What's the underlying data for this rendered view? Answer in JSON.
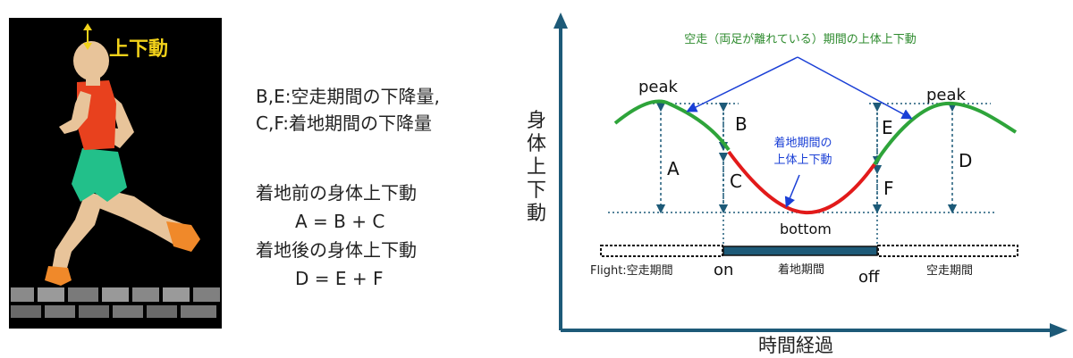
{
  "runner": {
    "label": "上下動"
  },
  "explanation": {
    "line1": "B,E:空走期間の下降量,",
    "line2": "C,F:着地期間の下降量",
    "line3": "着地前の身体上下動",
    "line4": "A = B + C",
    "line5": "着地後の身体上下動",
    "line6": "D = E + F"
  },
  "diagram": {
    "y_axis_label": [
      "身",
      "体",
      "上",
      "下",
      "動"
    ],
    "x_axis_label": "時間経過",
    "flight_annotation": "空走（両足が離れている）期間の上体上下動",
    "landing_annotation": [
      "着地期間の",
      "上体上下動"
    ],
    "peak_left": "peak",
    "peak_right": "peak",
    "bottom": "bottom",
    "letters": {
      "A": "A",
      "B": "B",
      "C": "C",
      "D": "D",
      "E": "E",
      "F": "F"
    },
    "on": "on",
    "off": "off",
    "phase_left": "Flight:空走期間",
    "phase_mid": "着地期間",
    "phase_right": "空走期間",
    "colors": {
      "axis": "#1d5a78",
      "flight_curve": "#2ea43a",
      "landing_curve": "#e21a1a",
      "annotation_green": "#2e8b2e",
      "annotation_blue": "#1a3fd6",
      "runner_label": "#f2d21a"
    }
  }
}
